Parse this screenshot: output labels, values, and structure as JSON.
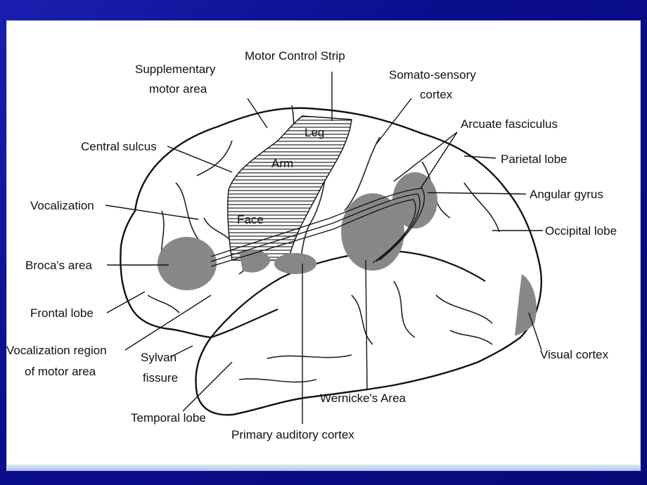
{
  "labels": {
    "motor_control_strip": "Motor Control Strip",
    "supplementary_1": "Supplementary",
    "supplementary_2": "motor area",
    "somato_1": "Somato-sensory",
    "somato_2": "cortex",
    "arcuate": "Arcuate fasciculus",
    "central_sulcus": "Central sulcus",
    "parietal_lobe": "Parietal lobe",
    "angular_gyrus": "Angular gyrus",
    "vocalization": "Vocalization",
    "occipital_lobe": "Occipital lobe",
    "brocas_area": "Broca's area",
    "frontal_lobe": "Frontal lobe",
    "visual_cortex": "Visual cortex",
    "vocal_region_1": "Vocalization region",
    "vocal_region_2": "of motor area",
    "sylvan_1": "Sylvan",
    "sylvan_2": "fissure",
    "wernickes": "Wernicke's Area",
    "temporal_lobe": "Temporal lobe",
    "primary_auditory": "Primary auditory cortex"
  },
  "strip_labels": {
    "leg": "Leg",
    "arm": "Arm",
    "face": "Face"
  },
  "colors": {
    "slide_background": "#0b0f93",
    "panel": "#ffffff",
    "shaded_region": "#8a8a8a",
    "outline": "#111111"
  }
}
